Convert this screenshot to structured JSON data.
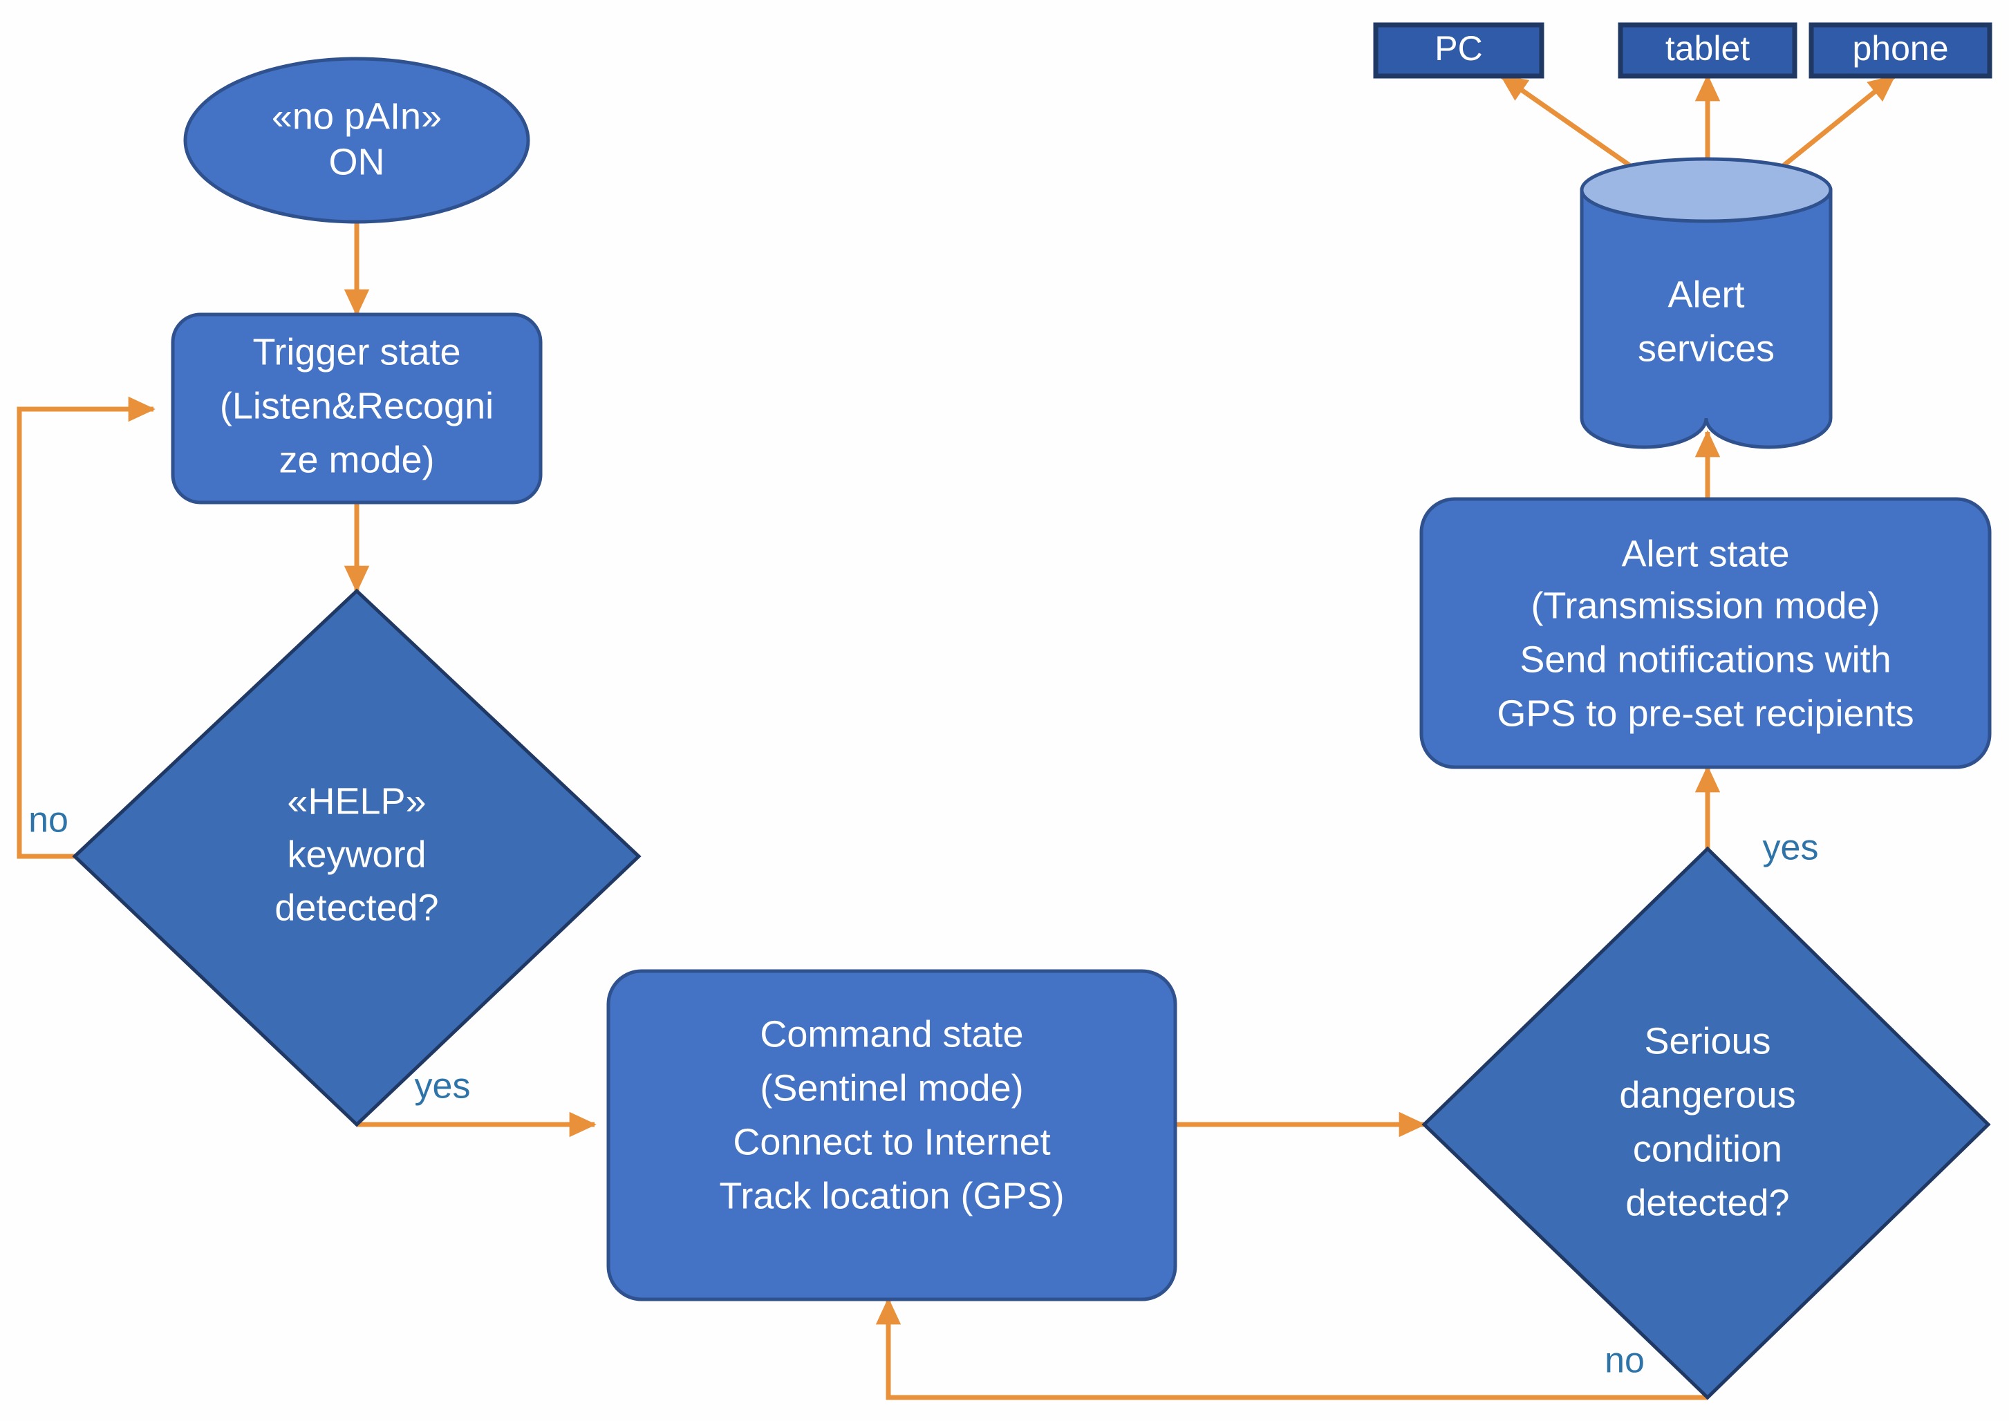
{
  "diagram": {
    "title": "no pAIn voice assistant state flowchart",
    "colors": {
      "node_fill": "#4472C4",
      "diamond_fill": "#3C6CB4",
      "node_stroke": "#2F528F",
      "device_fill": "#2F5BA8",
      "cylinder_top": "#9DB7E4",
      "connector": "#E8913A",
      "label_text": "#2E74A8",
      "node_text": "#FFFFFF",
      "background": "#FEFEFE"
    },
    "nodes": {
      "start": {
        "shape": "ellipse",
        "lines": [
          "«no pAIn»",
          "ON"
        ]
      },
      "trigger_state": {
        "shape": "rounded-rect",
        "lines": [
          "Trigger state",
          "(Listen&Recogni",
          "ze mode)"
        ]
      },
      "help_decision": {
        "shape": "diamond",
        "lines": [
          "«HELP»",
          "keyword",
          "detected?"
        ]
      },
      "command_state": {
        "shape": "rounded-rect",
        "lines": [
          "Command state",
          "(Sentinel mode)",
          "Connect to Internet",
          "Track location (GPS)"
        ]
      },
      "danger_decision": {
        "shape": "diamond",
        "lines": [
          "Serious",
          "dangerous",
          "condition",
          "detected?"
        ]
      },
      "alert_state": {
        "shape": "rounded-rect",
        "lines": [
          "Alert state",
          "(Transmission mode)",
          "Send notifications with",
          "GPS to pre-set recipients"
        ]
      },
      "alert_services": {
        "shape": "cylinder",
        "lines": [
          "Alert",
          "services"
        ]
      }
    },
    "devices": [
      {
        "label": "PC"
      },
      {
        "label": "tablet"
      },
      {
        "label": "phone"
      }
    ],
    "edge_labels": {
      "help_no": "no",
      "help_yes": "yes",
      "danger_yes": "yes",
      "danger_no": "no"
    }
  }
}
